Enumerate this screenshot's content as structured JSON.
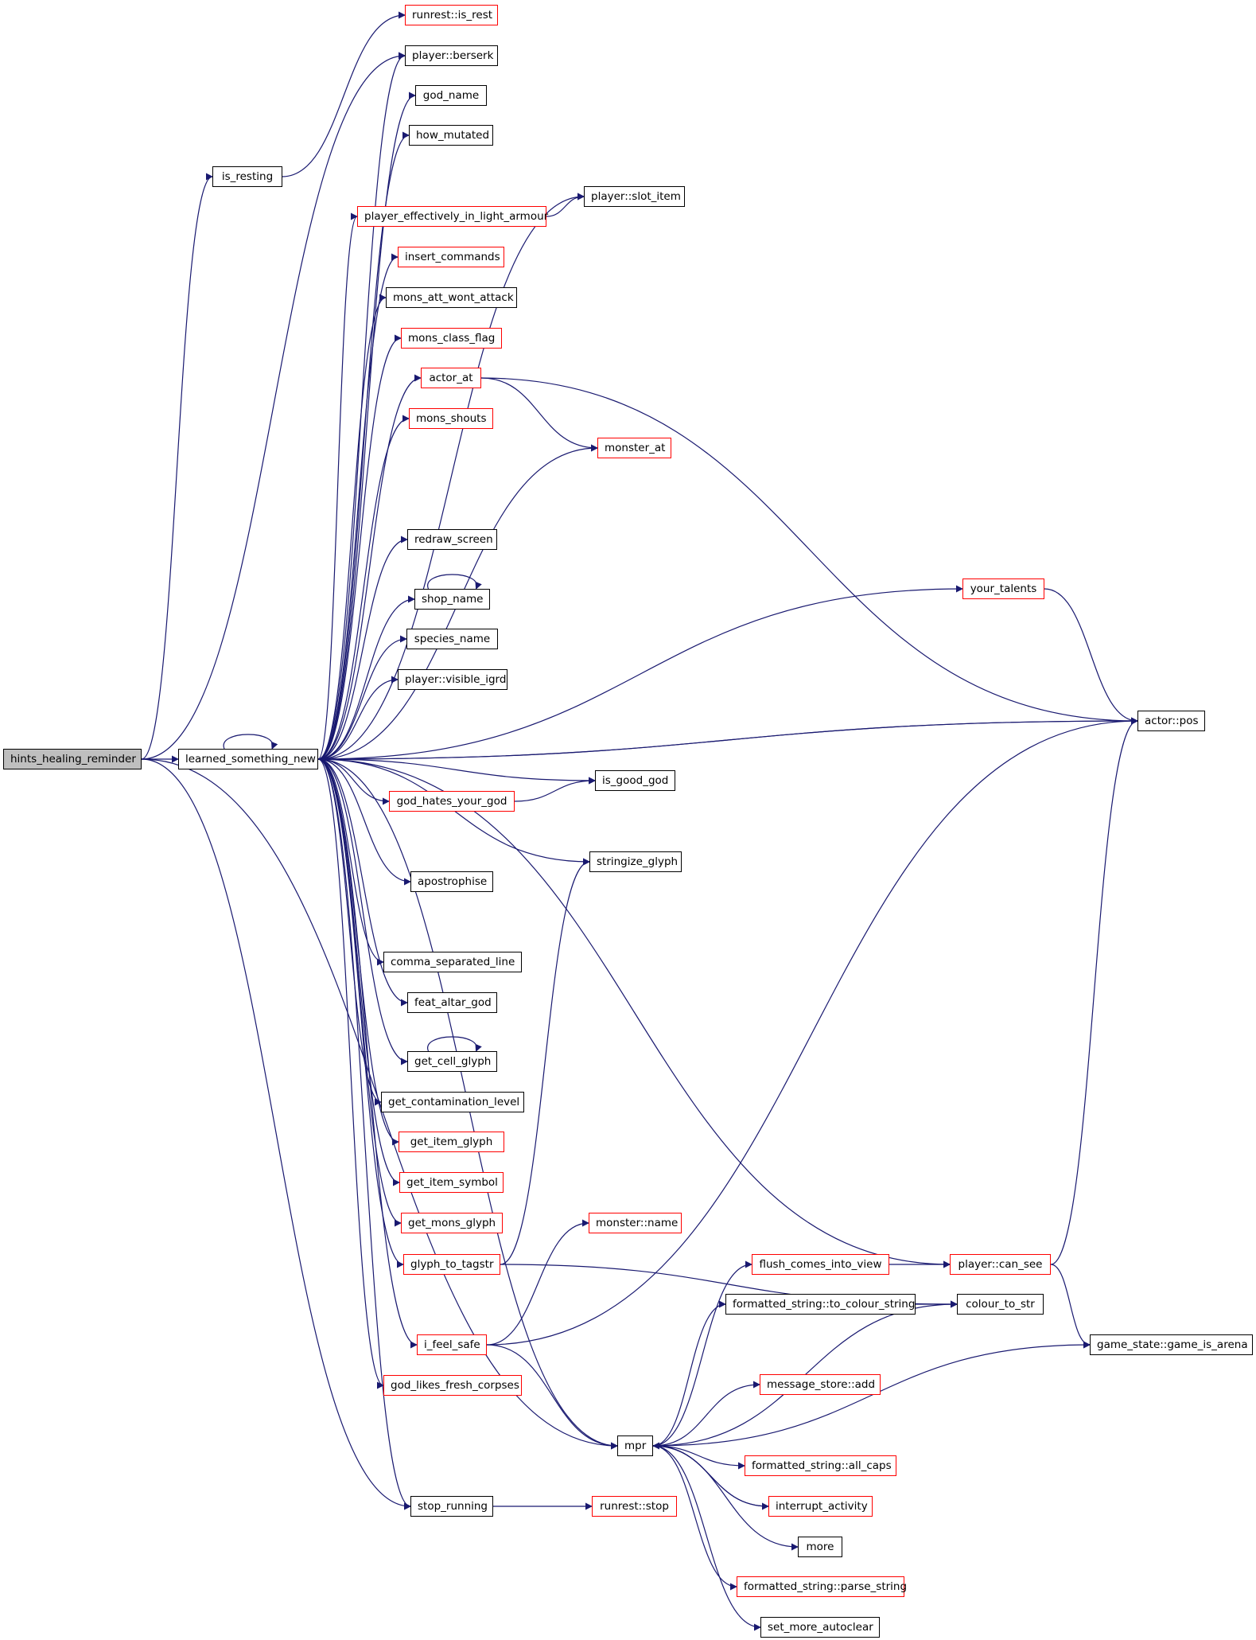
{
  "graph": {
    "edge_color": "#191970",
    "node_border_default": "#000000",
    "node_border_linked": "#ff0000",
    "root_fill": "#bfbfbf",
    "nodes": {
      "root": {
        "label": "hints_healing_reminder"
      },
      "is_resting": {
        "label": "is_resting"
      },
      "learned": {
        "label": "learned_something_new"
      },
      "is_rest": {
        "label": "runrest::is_rest"
      },
      "berserk": {
        "label": "player::berserk"
      },
      "god_name": {
        "label": "god_name"
      },
      "how_mutated": {
        "label": "how_mutated"
      },
      "slot_item": {
        "label": "player::slot_item"
      },
      "light_armour": {
        "label": "player_effectively_in_light_armour"
      },
      "insert_commands": {
        "label": "insert_commands"
      },
      "mons_att_wont_attack": {
        "label": "mons_att_wont_attack"
      },
      "mons_class_flag": {
        "label": "mons_class_flag"
      },
      "actor_at": {
        "label": "actor_at"
      },
      "mons_shouts": {
        "label": "mons_shouts"
      },
      "monster_at": {
        "label": "monster_at"
      },
      "redraw_screen": {
        "label": "redraw_screen"
      },
      "shop_name": {
        "label": "shop_name"
      },
      "your_talents": {
        "label": "your_talents"
      },
      "species_name": {
        "label": "species_name"
      },
      "visible_igrd": {
        "label": "player::visible_igrd"
      },
      "actor_pos": {
        "label": "actor::pos"
      },
      "is_good_god": {
        "label": "is_good_god"
      },
      "god_hates": {
        "label": "god_hates_your_god"
      },
      "stringize_glyph": {
        "label": "stringize_glyph"
      },
      "apostrophise": {
        "label": "apostrophise"
      },
      "comma_sep": {
        "label": "comma_separated_line"
      },
      "feat_altar_god": {
        "label": "feat_altar_god"
      },
      "get_cell_glyph": {
        "label": "get_cell_glyph"
      },
      "get_contamination": {
        "label": "get_contamination_level"
      },
      "get_item_glyph": {
        "label": "get_item_glyph"
      },
      "get_item_symbol": {
        "label": "get_item_symbol"
      },
      "get_mons_glyph": {
        "label": "get_mons_glyph"
      },
      "monster_name": {
        "label": "monster::name"
      },
      "glyph_to_tagstr": {
        "label": "glyph_to_tagstr"
      },
      "flush_comes": {
        "label": "flush_comes_into_view"
      },
      "can_see": {
        "label": "player::can_see"
      },
      "to_colour_string": {
        "label": "formatted_string::to_colour_string"
      },
      "colour_to_str": {
        "label": "colour_to_str"
      },
      "i_feel_safe": {
        "label": "i_feel_safe"
      },
      "game_is_arena": {
        "label": "game_state::game_is_arena"
      },
      "message_add": {
        "label": "message_store::add"
      },
      "god_likes_corpses": {
        "label": "god_likes_fresh_corpses"
      },
      "mpr": {
        "label": "mpr"
      },
      "all_caps": {
        "label": "formatted_string::all_caps"
      },
      "stop_running": {
        "label": "stop_running"
      },
      "runrest_stop": {
        "label": "runrest::stop"
      },
      "interrupt_activity": {
        "label": "interrupt_activity"
      },
      "more": {
        "label": "more"
      },
      "parse_string": {
        "label": "formatted_string::parse_string"
      },
      "set_more_autoclear": {
        "label": "set_more_autoclear"
      }
    },
    "edges": [
      [
        "root",
        "is_resting"
      ],
      [
        "root",
        "learned"
      ],
      [
        "root",
        "berserk"
      ],
      [
        "root",
        "mpr"
      ],
      [
        "root",
        "stop_running"
      ],
      [
        "is_resting",
        "is_rest"
      ],
      [
        "learned",
        "learned"
      ],
      [
        "learned",
        "berserk"
      ],
      [
        "learned",
        "god_name"
      ],
      [
        "learned",
        "how_mutated"
      ],
      [
        "learned",
        "slot_item"
      ],
      [
        "learned",
        "light_armour"
      ],
      [
        "learned",
        "insert_commands"
      ],
      [
        "learned",
        "mons_att_wont_attack"
      ],
      [
        "learned",
        "mons_class_flag"
      ],
      [
        "learned",
        "actor_at"
      ],
      [
        "learned",
        "mons_shouts"
      ],
      [
        "learned",
        "monster_at"
      ],
      [
        "learned",
        "redraw_screen"
      ],
      [
        "learned",
        "shop_name"
      ],
      [
        "learned",
        "your_talents"
      ],
      [
        "learned",
        "species_name"
      ],
      [
        "learned",
        "visible_igrd"
      ],
      [
        "learned",
        "actor_pos"
      ],
      [
        "learned",
        "is_good_god"
      ],
      [
        "learned",
        "god_hates"
      ],
      [
        "learned",
        "stringize_glyph"
      ],
      [
        "learned",
        "apostrophise"
      ],
      [
        "learned",
        "can_see"
      ],
      [
        "learned",
        "comma_sep"
      ],
      [
        "learned",
        "feat_altar_god"
      ],
      [
        "learned",
        "get_cell_glyph"
      ],
      [
        "learned",
        "get_contamination"
      ],
      [
        "learned",
        "get_item_glyph"
      ],
      [
        "learned",
        "get_item_symbol"
      ],
      [
        "learned",
        "get_mons_glyph"
      ],
      [
        "learned",
        "glyph_to_tagstr"
      ],
      [
        "learned",
        "actor_pos"
      ],
      [
        "learned",
        "i_feel_safe"
      ],
      [
        "learned",
        "god_likes_corpses"
      ],
      [
        "learned",
        "mpr"
      ],
      [
        "learned",
        "stop_running"
      ],
      [
        "light_armour",
        "slot_item"
      ],
      [
        "actor_at",
        "monster_at"
      ],
      [
        "actor_at",
        "actor_pos"
      ],
      [
        "shop_name",
        "shop_name"
      ],
      [
        "your_talents",
        "actor_pos"
      ],
      [
        "god_hates",
        "is_good_god"
      ],
      [
        "get_cell_glyph",
        "get_cell_glyph"
      ],
      [
        "glyph_to_tagstr",
        "stringize_glyph"
      ],
      [
        "glyph_to_tagstr",
        "colour_to_str"
      ],
      [
        "i_feel_safe",
        "monster_name"
      ],
      [
        "i_feel_safe",
        "actor_pos"
      ],
      [
        "i_feel_safe",
        "mpr"
      ],
      [
        "flush_comes",
        "can_see"
      ],
      [
        "can_see",
        "actor_pos"
      ],
      [
        "can_see",
        "game_is_arena"
      ],
      [
        "to_colour_string",
        "colour_to_str"
      ],
      [
        "mpr",
        "flush_comes"
      ],
      [
        "mpr",
        "to_colour_string"
      ],
      [
        "mpr",
        "colour_to_str"
      ],
      [
        "mpr",
        "message_add"
      ],
      [
        "mpr",
        "game_is_arena"
      ],
      [
        "mpr",
        "all_caps"
      ],
      [
        "mpr",
        "interrupt_activity"
      ],
      [
        "mpr",
        "more"
      ],
      [
        "mpr",
        "parse_string"
      ],
      [
        "mpr",
        "set_more_autoclear"
      ],
      [
        "interrupt_activity",
        "mpr"
      ],
      [
        "stop_running",
        "runrest_stop"
      ]
    ]
  }
}
